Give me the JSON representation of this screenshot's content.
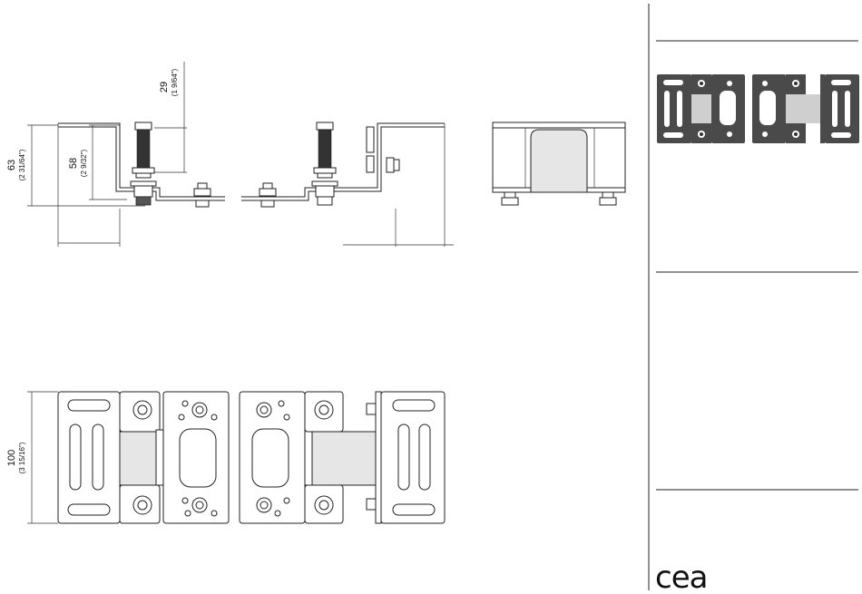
{
  "dimensions": {
    "d63": {
      "mm": "63",
      "in": "(2 31/64\")"
    },
    "d58": {
      "mm": "58",
      "in": "(2 9/32\")"
    },
    "d29": {
      "mm": "29",
      "in": "(1 9/64\")"
    },
    "d100": {
      "mm": "100",
      "in": "(3 15/16\")"
    }
  },
  "title_block": {
    "logo": "cea"
  },
  "colors": {
    "line": "#222222",
    "thumbnail_fill": "#4a4a4a",
    "paper": "#ffffff"
  }
}
